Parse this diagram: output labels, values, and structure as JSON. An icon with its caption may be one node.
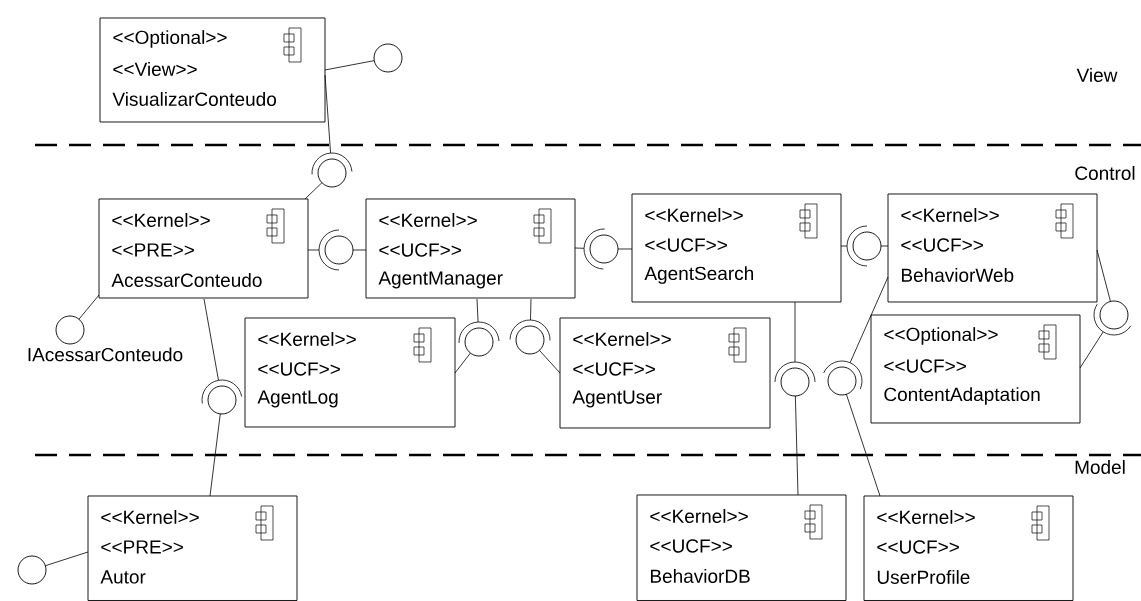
{
  "diagram": {
    "nodes": [
      {
        "text": [
          "<<Optional>>",
          "<<View>>",
          "VisualizarConteudo"
        ]
      },
      {
        "text": [],
        "shape": "circle"
      },
      {
        "text": [],
        "shape": "circle"
      },
      {
        "text": [
          "<<Kernel>>",
          "<<PRE>>",
          "AcessarConteudo"
        ]
      },
      {
        "text": [],
        "shape": "circle"
      },
      {
        "text": [
          "<<Kernel>>",
          "<<UCF>>",
          "AgentManager"
        ]
      },
      {
        "text": [],
        "shape": "circle"
      },
      {
        "text": [
          "<<Kernel>>",
          "<<UCF>>",
          "AgentSearch"
        ]
      },
      {
        "text": [],
        "shape": "circle"
      },
      {
        "text": [
          "<<Kernel>>",
          "<<UCF>>",
          "BehaviorWeb"
        ]
      },
      {
        "text": [],
        "shape": "circle",
        "beside": [
          "IAcessarConteudo"
        ]
      },
      {
        "text": [],
        "shape": "circle"
      },
      {
        "text": [],
        "shape": "circle"
      },
      {
        "text": [],
        "shape": "circle"
      },
      {
        "text": [
          "<<Kernel>>",
          "<<UCF>>",
          "AgentLog"
        ]
      },
      {
        "text": [
          "<<Kernel>>",
          "<<UCF>>",
          "AgentUser"
        ]
      },
      {
        "text": [
          "<<Optional>>",
          "<<UCF>>",
          "ContentAdaptation"
        ]
      },
      {
        "text": [],
        "shape": "circle"
      },
      {
        "text": [],
        "shape": "circle"
      },
      {
        "text": [],
        "shape": "circle"
      },
      {
        "text": [],
        "shape": "circle"
      },
      {
        "text": [
          "<<Kernel>>",
          "<<PRE>>",
          "Autor"
        ]
      },
      {
        "text": [
          "<<Kernel>>",
          "<<UCF>>",
          "BehaviorDB"
        ]
      },
      {
        "text": [
          "<<Kernel>>",
          "<<UCF>>",
          "UserProfile"
        ]
      }
    ],
    "edges": [
      {
        "from": 0,
        "to": 1,
        "arrow": "none"
      },
      {
        "from": 0,
        "to": 2,
        "arrow": "none"
      },
      {
        "from": 3,
        "to": 2,
        "arrow": "none"
      },
      {
        "from": 3,
        "to": 4,
        "arrow": "none"
      },
      {
        "from": 5,
        "to": 4,
        "arrow": "none"
      },
      {
        "from": 5,
        "to": 6,
        "arrow": "none"
      },
      {
        "from": 7,
        "to": 6,
        "arrow": "none"
      },
      {
        "from": 7,
        "to": 8,
        "arrow": "none"
      },
      {
        "from": 9,
        "to": 8,
        "arrow": "none"
      },
      {
        "from": 3,
        "to": 10,
        "arrow": "none"
      },
      {
        "from": 5,
        "to": 11,
        "arrow": "none"
      },
      {
        "from": 14,
        "to": 11,
        "arrow": "none"
      },
      {
        "from": 5,
        "to": 12,
        "arrow": "none"
      },
      {
        "from": 15,
        "to": 12,
        "arrow": "none"
      },
      {
        "from": 16,
        "to": 13,
        "arrow": "none"
      },
      {
        "from": 9,
        "to": 13,
        "arrow": "none"
      },
      {
        "from": 3,
        "to": 17,
        "arrow": "none"
      },
      {
        "from": 21,
        "to": 17,
        "arrow": "none"
      },
      {
        "from": 7,
        "to": 18,
        "arrow": "none"
      },
      {
        "from": 22,
        "to": 18,
        "arrow": "none"
      },
      {
        "from": 9,
        "to": 19,
        "arrow": "none"
      },
      {
        "from": 23,
        "to": 19,
        "arrow": "none"
      },
      {
        "from": 21,
        "to": 20,
        "arrow": "none"
      }
    ],
    "labels": [
      "View",
      "Control",
      "Model"
    ]
  }
}
